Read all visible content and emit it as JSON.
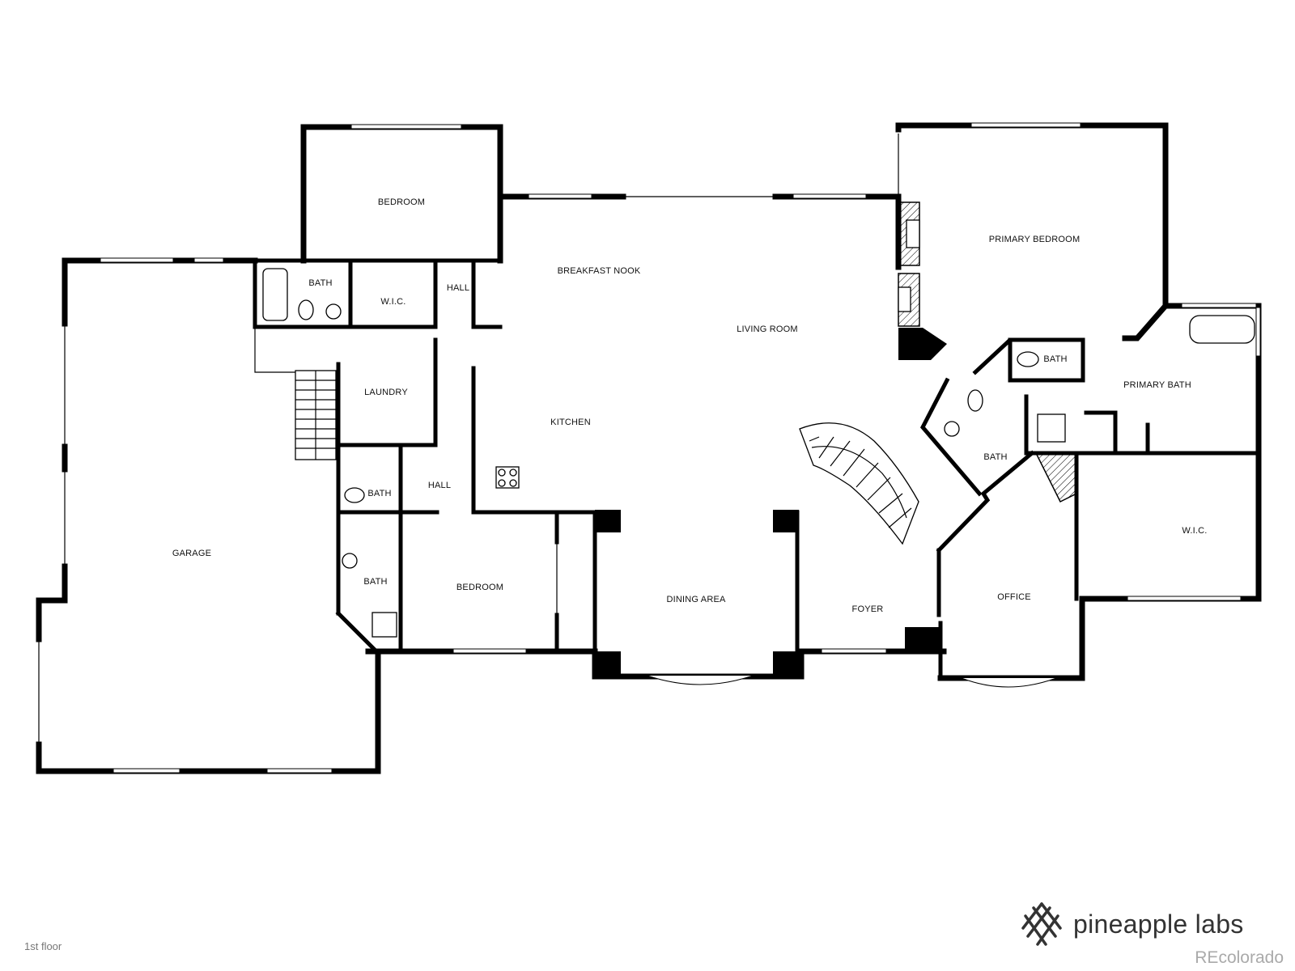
{
  "plan": {
    "floor_label": "1st floor",
    "rooms": [
      {
        "id": "bedroom-top",
        "label": "BEDROOM"
      },
      {
        "id": "breakfast-nook",
        "label": "BREAKFAST NOOK"
      },
      {
        "id": "living-room",
        "label": "LIVING ROOM"
      },
      {
        "id": "primary-bedroom",
        "label": "PRIMARY BEDROOM"
      },
      {
        "id": "bath-upper-left",
        "label": "BATH"
      },
      {
        "id": "wic-left",
        "label": "W.I.C."
      },
      {
        "id": "hall-upper",
        "label": "HALL"
      },
      {
        "id": "laundry",
        "label": "LAUNDRY"
      },
      {
        "id": "kitchen",
        "label": "KITCHEN"
      },
      {
        "id": "bath-primary-wc",
        "label": "BATH"
      },
      {
        "id": "primary-bath",
        "label": "PRIMARY BATH"
      },
      {
        "id": "bath-center",
        "label": "BATH"
      },
      {
        "id": "hall-lower",
        "label": "HALL"
      },
      {
        "id": "bath-half",
        "label": "BATH"
      },
      {
        "id": "garage",
        "label": "GARAGE"
      },
      {
        "id": "wic-right",
        "label": "W.I.C."
      },
      {
        "id": "bath-lower-left",
        "label": "BATH"
      },
      {
        "id": "bedroom-lower",
        "label": "BEDROOM"
      },
      {
        "id": "dining-area",
        "label": "DINING AREA"
      },
      {
        "id": "foyer",
        "label": "FOYER"
      },
      {
        "id": "office",
        "label": "OFFICE"
      }
    ]
  },
  "brand": {
    "name": "pineapple labs",
    "icon": "pineapple-lattice-icon",
    "watermark": "REcolorado"
  },
  "colors": {
    "wall": "#000000",
    "brand_text": "#333333",
    "watermark": "#aaaaaa",
    "floor_label": "#777777"
  }
}
